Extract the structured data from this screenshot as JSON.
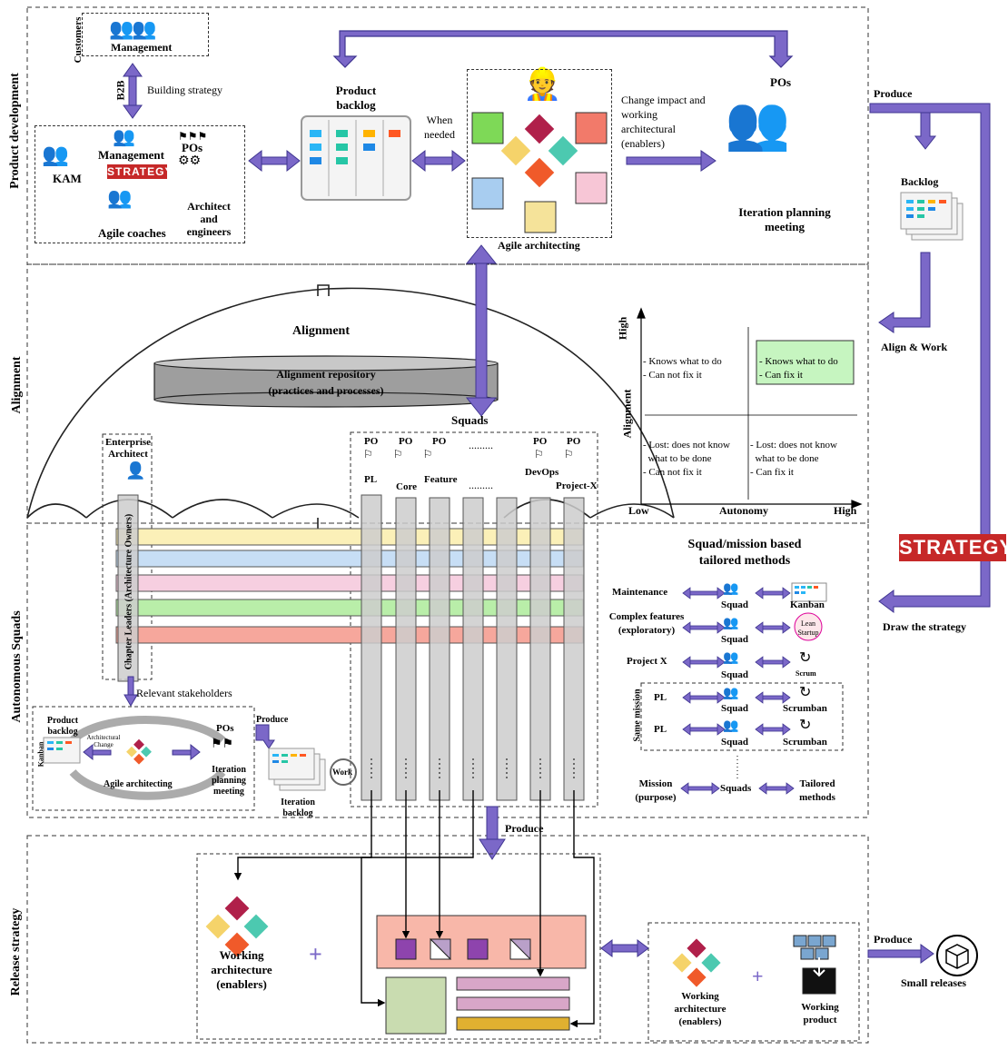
{
  "sections": {
    "product_development": "Product development",
    "alignment": "Alignment",
    "autonomous_squads": "Autonomous Squads",
    "release_strategy": "Release strategy"
  },
  "product_dev": {
    "customers": "Customers",
    "management": "Management",
    "b2b": "B2B",
    "building_strategy": "Building strategy",
    "kam": "KAM",
    "management2": "Management",
    "strategy": "STRATEGY",
    "pos": "POs",
    "architect_engineers": "Architect and engineers",
    "agile_coaches": "Agile coaches",
    "product_backlog": "Product backlog",
    "when_needed": "When needed",
    "agile_architecting": "Agile architecting",
    "change_impact": "Change impact and working architectural (enablers)",
    "pos2": "POs",
    "iteration_planning": "Iteration planning meeting",
    "produce": "Produce",
    "backlog": "Backlog",
    "align_work": "Align & Work",
    "strategy_big": "STRATEGY",
    "draw_strategy": "Draw the strategy"
  },
  "alignment_area": {
    "alignment": "Alignment",
    "repo_line1": "Alignment repository",
    "repo_line2": "(practices and processes)",
    "squads": "Squads",
    "enterprise_architect": "Enterprise Architect",
    "chapter_leaders": "Chapter Leaders (Architecture Owners)",
    "po": "PO",
    "dots": ".........",
    "squad_labels": [
      "PL",
      "Core",
      "Feature",
      "DevOps",
      "Project-X"
    ]
  },
  "quadrant": {
    "high_y": "High",
    "alignment_axis": "Alignment",
    "low": "Low",
    "autonomy": "Autonomy",
    "high_x": "High",
    "q_tl": [
      "- Knows what to do",
      "- Can not fix it"
    ],
    "q_tr": [
      "- Knows what to do",
      "- Can fix it"
    ],
    "q_bl": [
      "- Lost: does not know",
      "  what to be done",
      "- Can not fix it"
    ],
    "q_br": [
      "- Lost: does not know",
      "  what to be done",
      "- Can fix it"
    ]
  },
  "methods": {
    "title1": "Squad/mission based",
    "title2": "tailored methods",
    "rows": [
      {
        "mission": "Maintenance",
        "squad": "Squad",
        "method": "Kanban"
      },
      {
        "mission": "Complex features (exploratory)",
        "squad": "Squad",
        "method": "Lean Startup"
      },
      {
        "mission": "Project X",
        "squad": "Squad",
        "method": "Scrum"
      },
      {
        "mission": "PL",
        "squad": "Squad",
        "method": "Scrumban"
      },
      {
        "mission": "PL",
        "squad": "Squad",
        "method": "Scrumban"
      }
    ],
    "same_mission": "Same mission",
    "legend_mission": "Mission (purpose)",
    "legend_squads": "Squads",
    "legend_methods": "Tailored methods"
  },
  "squads_lower": {
    "relevant_stakeholders": "Relevant stakeholders",
    "product_backlog": "Product backlog",
    "kanban": "Kanban",
    "architectural_change": "Architectural Change",
    "agile_architecting": "Agile architecting",
    "pos": "POs",
    "iteration_planning": "Iteration planning meeting",
    "produce": "Produce",
    "work": "Work",
    "iteration_backlog": "Iteration backlog",
    "produce2": "Produce"
  },
  "release": {
    "working_architecture": "Working architecture (enablers)",
    "plus": "+",
    "working_architecture2": "Working architecture (enablers)",
    "working_product": "Working product",
    "produce": "Produce",
    "small_releases": "Small releases"
  },
  "colors": {
    "arrow": "#7b68c8",
    "arrow_dark": "#3f3590",
    "row_yellow": "#fbf0b8",
    "row_blue": "#c7def5",
    "row_pink": "#f6cfe0",
    "row_green": "#b9eea9",
    "row_red": "#f6a79c",
    "column_gray": "#cccccc",
    "quadrant_green": "#c6f5c0",
    "release_salmon": "#f8b7a9",
    "strategy_red": "#c62828"
  }
}
